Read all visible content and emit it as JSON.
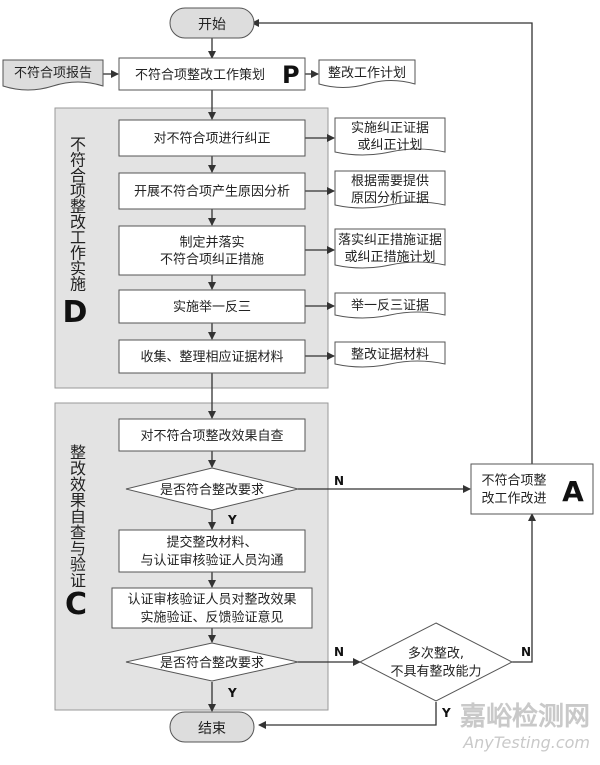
{
  "start": "开始",
  "end": "结束",
  "input_report": "不符合项报告",
  "plan": {
    "step": "不符合项整改工作策划",
    "letter": "P",
    "output": "整改工作计划"
  },
  "implementation": {
    "title": [
      "不",
      "符",
      "合",
      "项",
      "整",
      "改",
      "工",
      "作",
      "实",
      "施"
    ],
    "letter": "D",
    "steps": [
      {
        "label": [
          "对不符合项进行纠正"
        ],
        "output": [
          "实施纠正证据",
          "或纠正计划"
        ]
      },
      {
        "label": [
          "开展不符合项产生原因分析"
        ],
        "output": [
          "根据需要提供",
          "原因分析证据"
        ]
      },
      {
        "label": [
          "制定并落实",
          "不符合项纠正措施"
        ],
        "output": [
          "落实纠正措施证据",
          "或纠正措施计划"
        ]
      },
      {
        "label": [
          "实施举一反三"
        ],
        "output": [
          "举一反三证据"
        ]
      },
      {
        "label": [
          "收集、整理相应证据材料"
        ],
        "output": [
          "整改证据材料"
        ]
      }
    ]
  },
  "check": {
    "title": [
      "整",
      "改",
      "效",
      "果",
      "自",
      "查",
      "与",
      "验",
      "证"
    ],
    "letter": "C",
    "self_check": "对不符合项整改效果自查",
    "decision1": "是否符合整改要求",
    "submit": [
      "提交整改材料、",
      "与认证审核验证人员沟通"
    ],
    "verify": [
      "认证审核验证人员对整改效果",
      "实施验证、反馈验证意见"
    ],
    "decision2": "是否符合整改要求"
  },
  "repeated": [
    "多次整改,",
    "不具有整改能力"
  ],
  "improve": {
    "label": [
      "不符合项整",
      "改工作改进"
    ],
    "letter": "A"
  },
  "flow_labels": {
    "yes": "Y",
    "no": "N"
  },
  "watermark": {
    "cn": "嘉峪检测网",
    "en": "AnyTesting.com"
  }
}
